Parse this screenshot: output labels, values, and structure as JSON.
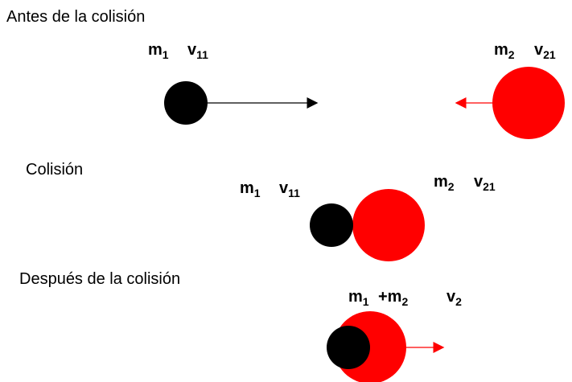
{
  "colors": {
    "ball_m1": "#000000",
    "ball_m2": "#ff0000",
    "arrow_m1": "#000000",
    "arrow_m2": "#ff0000",
    "arrow_after": "#ff0000"
  },
  "stages": {
    "before": {
      "heading": "Antes de la colisión",
      "m1": {
        "symbol": "m",
        "sub": "1"
      },
      "v1": {
        "symbol": "v",
        "sub": "11"
      },
      "m2": {
        "symbol": "m",
        "sub": "2"
      },
      "v2": {
        "symbol": "v",
        "sub": "21"
      }
    },
    "collision": {
      "heading": "Colisión",
      "m1": {
        "symbol": "m",
        "sub": "1"
      },
      "v1": {
        "symbol": "v",
        "sub": "11"
      },
      "m2": {
        "symbol": "m",
        "sub": "2"
      },
      "v2": {
        "symbol": "v",
        "sub": "21"
      }
    },
    "after": {
      "heading": "Después de la colisión",
      "m1": {
        "symbol": "m",
        "sub": "1"
      },
      "plus_m2": {
        "symbol": "+m",
        "sub": "2"
      },
      "v": {
        "symbol": "v",
        "sub": "2"
      }
    }
  }
}
